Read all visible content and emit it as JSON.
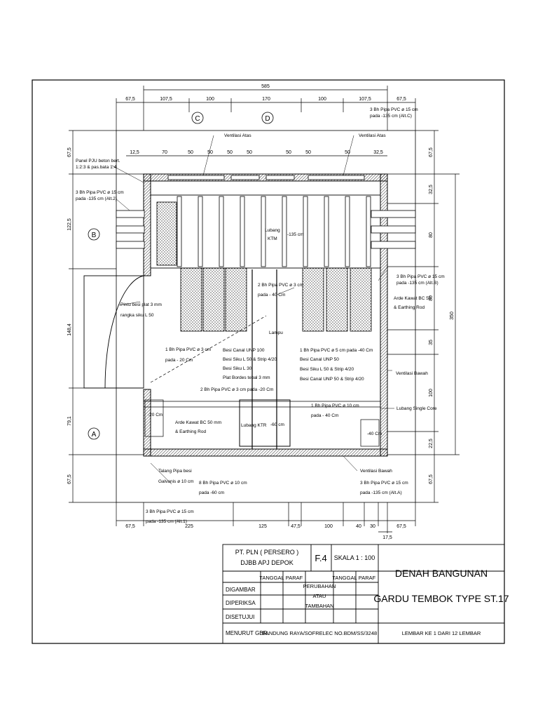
{
  "dims_top": {
    "overall": "585",
    "segments": [
      "67,5",
      "107,5",
      "100",
      "170",
      "100",
      "107,5",
      "67,5"
    ],
    "inner": [
      "12,5",
      "70",
      "50",
      "50",
      "50",
      "50",
      "50",
      "50",
      "50",
      "32,5"
    ]
  },
  "dims_bottom": [
    "67,5",
    "225",
    "125",
    "47,5",
    "100",
    "40",
    "30",
    "67,5",
    "17,5"
  ],
  "dims_left": [
    "67,5",
    "122,5",
    "148,4",
    "79,1",
    "67,5"
  ],
  "dims_right": [
    "67,5",
    "32,5",
    "80",
    "80",
    "35",
    "100",
    "22,5",
    "67,5",
    "350"
  ],
  "axis_markers": {
    "c": "C",
    "d": "D",
    "b": "B",
    "a": "A"
  },
  "labels": {
    "pipa_atc": "3 Bh Pipa PVC ø 15 cm",
    "pipa_atc_2": "pada -135 cm (Alt.C)",
    "ventilasi_atas_1": "Ventilasi Atas",
    "ventilasi_atas_2": "Ventilasi Atas",
    "panel_pju": "Panel PJU beton bert.",
    "panel_pju_2": "1:2:3 & pas.bata 1:4",
    "pipa_alt2": "3 Bh Pipa PVC ø 15 cm",
    "pipa_alt2_2": "pada -135 cm (Alt.2)",
    "lubang_ktm": "Lubang",
    "lubang_ktm_2": "KTM",
    "minus135": "-135 cm",
    "pipa_altb": "3 Bh Pipa PVC ø 15 cm",
    "pipa_altb_2": "pada -135 cm (Alt.B)",
    "pintu": "Pintu besi plat 3 mm",
    "pintu_2": "rangka siku L 50",
    "pipa_3cm_40": "2 Bh Pipa PVC ø 3 cm",
    "pipa_3cm_40_2": "pada - 40 Cm",
    "arde_r": "Arde Kawat BC 50",
    "arde_r_2": "& Earthing Rod",
    "lampu": "Lampu",
    "pipa_1bh_left": "1 Bh Pipa PVC ø 3 cm",
    "pipa_1bh_left_2": "pada - 20 Cm",
    "besi_canal_l": "Besi Canal UNP 100",
    "besi_siku_l": "Besi Siku L 50 & Strip 4/20",
    "besi_siku_l30": "Besi Siku L 30",
    "plat_bordes": "Plat Bordes tebal 3 mm",
    "pipa_2bh": "2 Bh Pipa PVC ø 3 cm pada -20 Cm",
    "pipa_1bh_right": "1 Bh Pipa PVC ø 5 cm pada -40 Cm",
    "besi_canal_r": "Besi Canal UNP 50",
    "besi_siku_r": "Besi Siku L 50 & Strip 4/20",
    "besi_canal_r2": "Besi Canal UNP 50 & Strip 4/20",
    "ventilasi_bawah": "Ventilasi Bawah",
    "lubang_single": "Lubang Single Core",
    "pipa_10_40": "1 Bh Pipa PVC ø 10 cm",
    "pipa_10_40_2": "pada - 40 Cm",
    "minus20": "-20 Cm",
    "arde_l": "Arde Kawat BC 50 mm",
    "arde_l_2": "& Earthing Rod",
    "lubang_ktr": "Lubang KTR",
    "minus60": "-60 cm",
    "minus40": "-40 Cm",
    "talang": "Talang Pipa besi",
    "talang_2": "Galvanis ø 10 cm",
    "pipa_8bh": "8 Bh Pipa PVC ø 10 cm",
    "pipa_8bh_2": "pada -60 cm",
    "ventilasi_bawah_2": "Ventilasi Bawah",
    "pipa_alta": "3 Bh Pipa PVC ø 15 cm",
    "pipa_alta_2": "pada -135 cm (Alt.A)",
    "pipa_alt1": "3 Bh Pipa PVC ø 15 cm",
    "pipa_alt1_2": "pada -135 cm (Alt.1)"
  },
  "title_block": {
    "company": "PT. PLN ( PERSERO )",
    "unit": "DJBB APJ DEPOK",
    "code": "F.4",
    "scale": "SKALA 1  :  100",
    "title1": "DENAH BANGUNAN",
    "title2": "GARDU TEMBOK TYPE ST.17",
    "col_tanggal": "TANGGAL",
    "col_paraf": "PARAF",
    "col_tanggal2": "TANGGAL",
    "col_paraf2": "PARAF",
    "digambar": "DIGAMBAR",
    "diperiksa": "DIPERIKSA",
    "disetujui": "DISETUJUI",
    "perubahan1": "PERUBAHAN",
    "perubahan2": "ATAU",
    "perubahan3": "TAMBAHAN",
    "menurut": "MENURUT GBR.",
    "ref": "BANDUNG RAYA/SOFRELEC NO.BDM/SS/3248",
    "lembar": "LEMBAR KE  1  DARI  12  LEMBAR"
  }
}
